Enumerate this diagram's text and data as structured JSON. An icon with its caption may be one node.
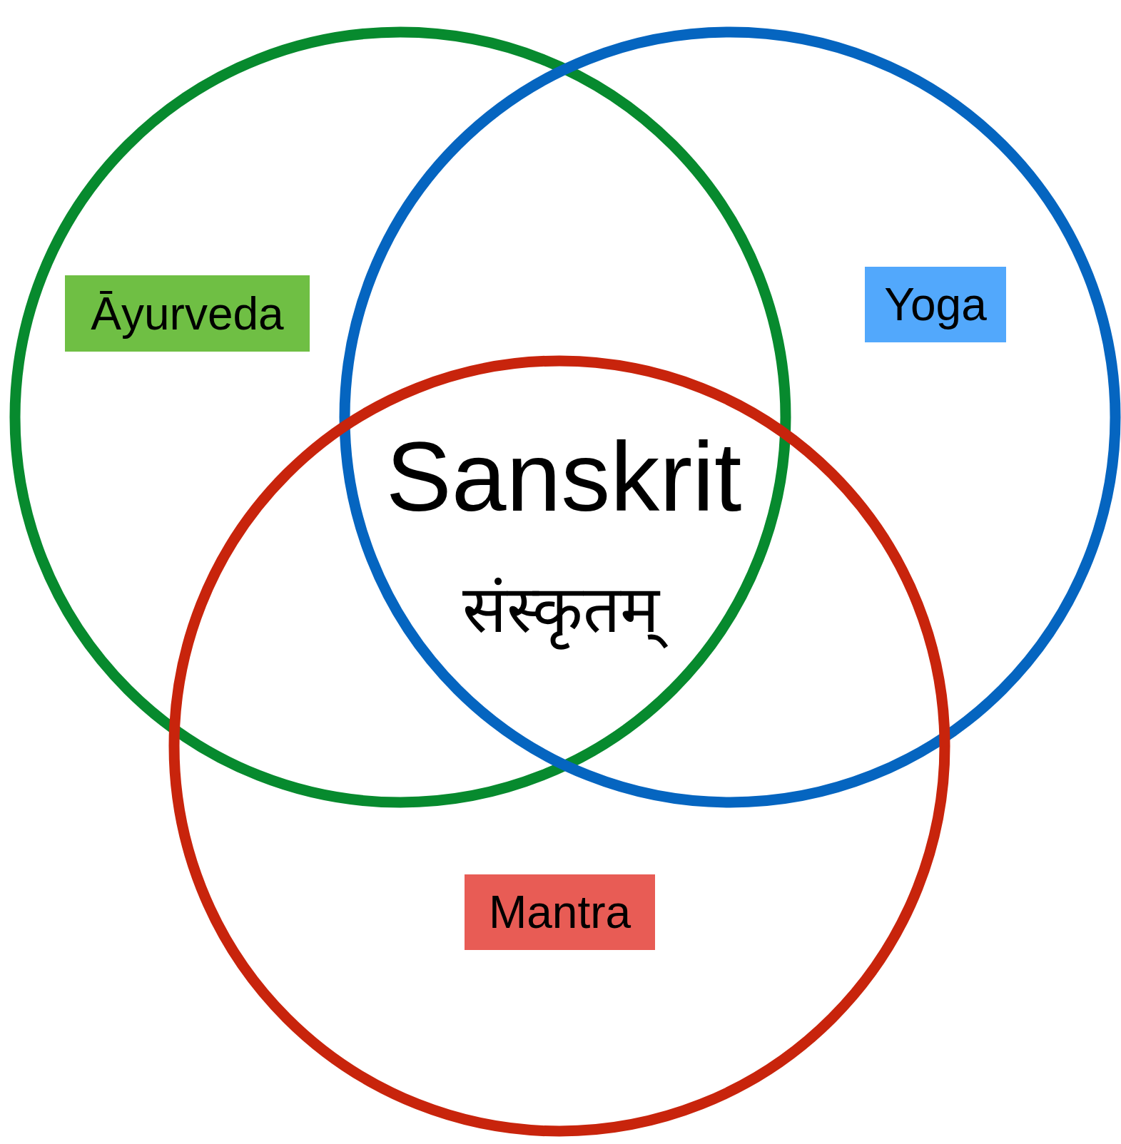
{
  "diagram": {
    "nodes": [
      {
        "text": [],
        "shape": "circle"
      },
      {
        "text": [
          "Āyurveda"
        ],
        "in": 0
      },
      {
        "text": [],
        "shape": "circle"
      },
      {
        "text": [
          "Yoga"
        ],
        "in": 2
      },
      {
        "text": [],
        "shape": "circle"
      },
      {
        "text": [
          "Mantra"
        ],
        "in": 4
      }
    ],
    "edges": [],
    "labels": [
      "Sanskrit",
      "संस्कृतम्"
    ]
  }
}
